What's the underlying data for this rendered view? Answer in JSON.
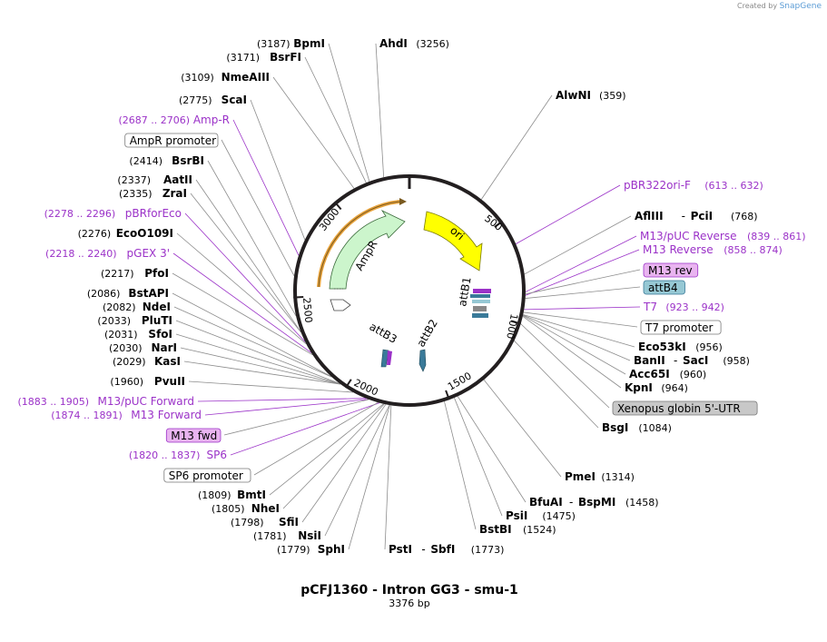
{
  "credit": {
    "prefix": "Created by",
    "brand": "SnapGene"
  },
  "title": "pCFJ1360 - Intron GG3 - smu-1",
  "size_label": "3376 bp",
  "ticks": [
    "500",
    "1000",
    "1500",
    "2000",
    "2500",
    "3000"
  ],
  "colors": {
    "backbone": "#231f20",
    "ampr": "#ccf5cc",
    "ori": "#ffff00",
    "orange_primer": "#e8a33c",
    "primer": "#9b32c8",
    "attB": "#3a7a99",
    "feature_purple": "#e9b4f0",
    "feature_teal": "#96c8d4",
    "feature_gray": "#c8c8c8"
  },
  "features": {
    "ampr": "AmpR",
    "ori": "ori",
    "attb1": "attB1",
    "attb2": "attB2",
    "attb3": "attB3"
  },
  "labels": [
    {
      "id": "bpmi",
      "pos": "(3187)",
      "name": "BpmI",
      "type": "site"
    },
    {
      "id": "bsrfi",
      "pos": "(3171)",
      "name": "BsrFI",
      "type": "site"
    },
    {
      "id": "ahdi",
      "pos": "(3256)",
      "name": "AhdI",
      "type": "site"
    },
    {
      "id": "nmeaiii",
      "pos": "(3109)",
      "name": "NmeAIII",
      "type": "site"
    },
    {
      "id": "alwni",
      "pos": "(359)",
      "name": "AlwNI",
      "type": "site"
    },
    {
      "id": "scai",
      "pos": "(2775)",
      "name": "ScaI",
      "type": "site"
    },
    {
      "id": "ampr_primer",
      "pos": "(2687 .. 2706)",
      "name": "Amp-R",
      "type": "primer"
    },
    {
      "id": "ampr_promoter",
      "name": "AmpR promoter",
      "type": "box"
    },
    {
      "id": "bsrbi",
      "pos": "(2414)",
      "name": "BsrBI",
      "type": "site"
    },
    {
      "id": "aatii",
      "pos": "(2337)",
      "name": "AatII",
      "type": "site"
    },
    {
      "id": "zrai",
      "pos": "(2335)",
      "name": "ZraI",
      "type": "site"
    },
    {
      "id": "pbr322ori",
      "pos": "(613 .. 632)",
      "name": "pBR322ori-F",
      "type": "primer"
    },
    {
      "id": "pbrforeco",
      "pos": "(2278 .. 2296)",
      "name": "pBRforEco",
      "type": "primer"
    },
    {
      "id": "afliii",
      "pos": "(768)",
      "name": "AflIII",
      "name2": "PciI",
      "type": "site2"
    },
    {
      "id": "ecoo109i",
      "pos": "(2276)",
      "name": "EcoO109I",
      "type": "site"
    },
    {
      "id": "m13puc_rev",
      "pos": "(839 .. 861)",
      "name": "M13/pUC Reverse",
      "type": "primer"
    },
    {
      "id": "pgex3",
      "pos": "(2218 .. 2240)",
      "name": "pGEX 3'",
      "type": "primer"
    },
    {
      "id": "m13_reverse",
      "pos": "(858 .. 874)",
      "name": "M13 Reverse",
      "type": "primer"
    },
    {
      "id": "pfoi",
      "pos": "(2217)",
      "name": "PfoI",
      "type": "site"
    },
    {
      "id": "m13rev",
      "name": "M13 rev",
      "type": "box"
    },
    {
      "id": "attb4",
      "name": "attB4",
      "type": "box"
    },
    {
      "id": "bstapi",
      "pos": "(2086)",
      "name": "BstAPI",
      "type": "site"
    },
    {
      "id": "ndei",
      "pos": "(2082)",
      "name": "NdeI",
      "type": "site"
    },
    {
      "id": "t7",
      "pos": "(923 .. 942)",
      "name": "T7",
      "type": "primer"
    },
    {
      "id": "pluti",
      "pos": "(2033)",
      "name": "PluTI",
      "type": "site"
    },
    {
      "id": "t7_promoter",
      "name": "T7 promoter",
      "type": "box"
    },
    {
      "id": "sfoi",
      "pos": "(2031)",
      "name": "SfoI",
      "type": "site"
    },
    {
      "id": "eco53ki",
      "pos": "(956)",
      "name": "Eco53kI",
      "type": "site"
    },
    {
      "id": "nari",
      "pos": "(2030)",
      "name": "NarI",
      "type": "site"
    },
    {
      "id": "banii",
      "pos": "(958)",
      "name": "BanII",
      "name2": "SacI",
      "type": "site2"
    },
    {
      "id": "kasi",
      "pos": "(2029)",
      "name": "KasI",
      "type": "site"
    },
    {
      "id": "acc65i",
      "pos": "(960)",
      "name": "Acc65I",
      "type": "site"
    },
    {
      "id": "pvuii",
      "pos": "(1960)",
      "name": "PvuII",
      "type": "site"
    },
    {
      "id": "kpni",
      "pos": "(964)",
      "name": "KpnI",
      "type": "site"
    },
    {
      "id": "m13puc_fwd",
      "pos": "(1883 .. 1905)",
      "name": "M13/pUC Forward",
      "type": "primer"
    },
    {
      "id": "xenopus",
      "name": "Xenopus globin 5'-UTR",
      "type": "box"
    },
    {
      "id": "m13_forward",
      "pos": "(1874 .. 1891)",
      "name": "M13 Forward",
      "type": "primer"
    },
    {
      "id": "bsgi",
      "pos": "(1084)",
      "name": "BsgI",
      "type": "site"
    },
    {
      "id": "m13fwd",
      "name": "M13 fwd",
      "type": "box"
    },
    {
      "id": "sp6",
      "pos": "(1820 .. 1837)",
      "name": "SP6",
      "type": "primer"
    },
    {
      "id": "pmei",
      "pos": "(1314)",
      "name": "PmeI",
      "type": "site"
    },
    {
      "id": "sp6_promoter",
      "name": "SP6 promoter",
      "type": "box"
    },
    {
      "id": "bmti",
      "pos": "(1809)",
      "name": "BmtI",
      "type": "site"
    },
    {
      "id": "bfuai",
      "pos": "(1458)",
      "name": "BfuAI",
      "name2": "BspMI",
      "type": "site2"
    },
    {
      "id": "nhei",
      "pos": "(1805)",
      "name": "NheI",
      "type": "site"
    },
    {
      "id": "psii",
      "pos": "(1475)",
      "name": "PsiI",
      "type": "site"
    },
    {
      "id": "sfii",
      "pos": "(1798)",
      "name": "SfiI",
      "type": "site"
    },
    {
      "id": "bstbi",
      "pos": "(1524)",
      "name": "BstBI",
      "type": "site"
    },
    {
      "id": "nsii",
      "pos": "(1781)",
      "name": "NsiI",
      "type": "site"
    },
    {
      "id": "sphi",
      "pos": "(1779)",
      "name": "SphI",
      "type": "site"
    },
    {
      "id": "psti",
      "pos": "(1773)",
      "name": "PstI",
      "name2": "SbfI",
      "type": "site2"
    }
  ]
}
